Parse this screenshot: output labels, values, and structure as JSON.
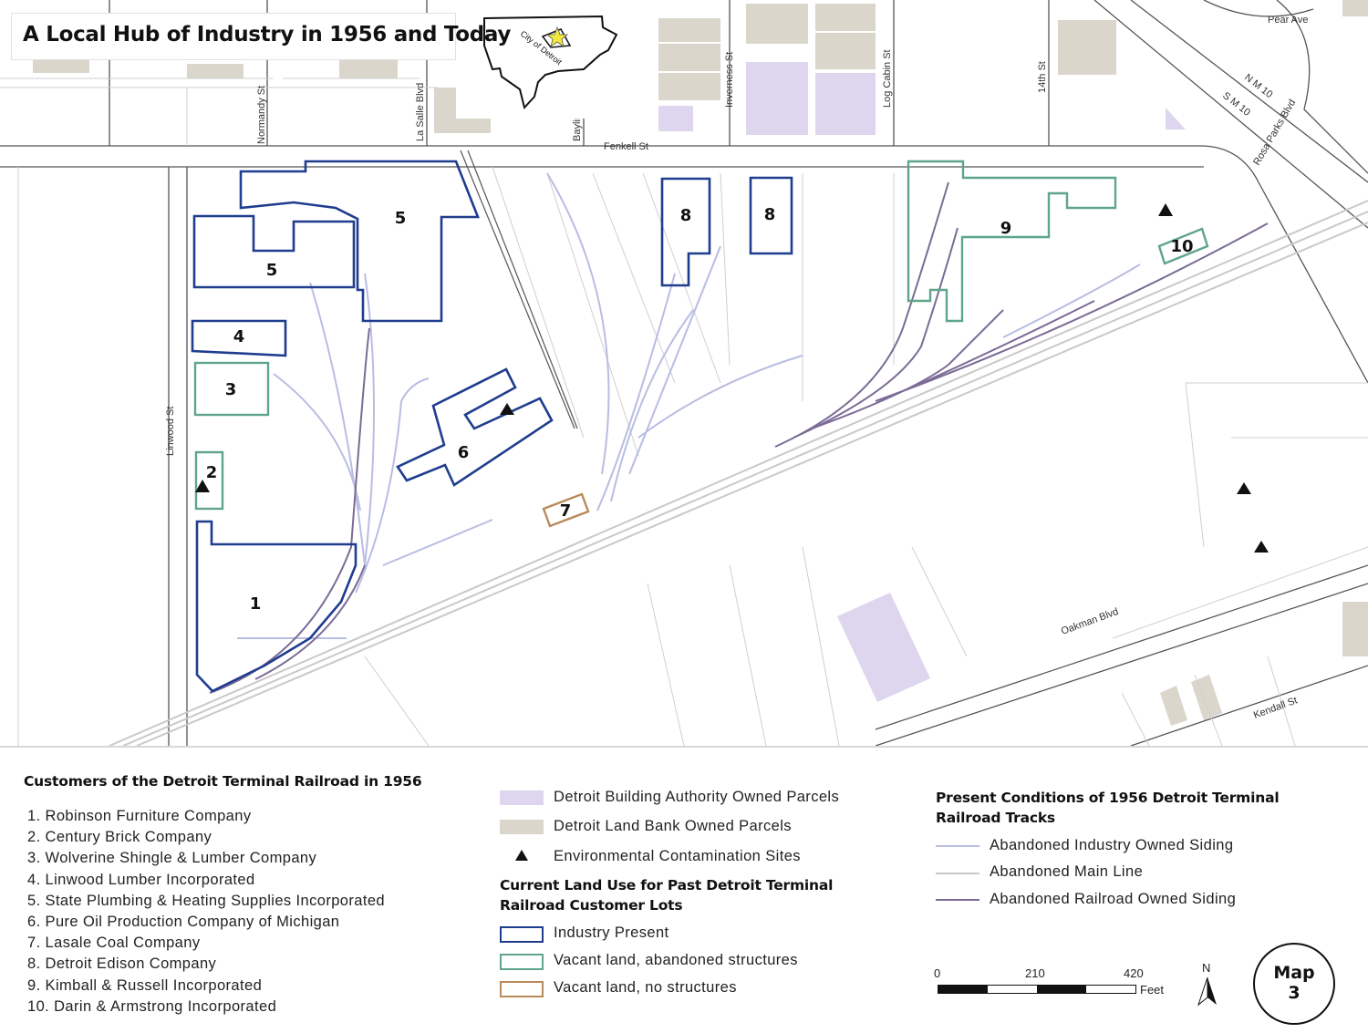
{
  "title": "A Local Hub of Industry in 1956 and Today",
  "inset": {
    "label": "City of Detroit"
  },
  "streets": {
    "normandy": "Normandy St",
    "lasalle": "La Salle Blvd",
    "baylis": "Baylis St",
    "inverness": "Inverness St",
    "logcabin": "Log Cabin St",
    "fourteenth": "14th St",
    "fenkell": "Fenkell St",
    "linwood": "Linwood St",
    "pear": "Pear Ave",
    "nm10": "N M 10",
    "sm10": "S M 10",
    "rosaparks": "Rosa Parks Blvd",
    "oakman": "Oakman Blvd",
    "kendall": "Kendall St"
  },
  "lot_labels": {
    "l1": "1",
    "l2": "2",
    "l3": "3",
    "l4": "4",
    "l5a": "5",
    "l5b": "5",
    "l6": "6",
    "l7": "7",
    "l8a": "8",
    "l8b": "8",
    "l9": "9",
    "l10": "10"
  },
  "legend": {
    "customers_title": "Customers of the Detroit Terminal Railroad in 1956",
    "customers": [
      "1. Robinson Furniture Company",
      "2. Century Brick Company",
      "3. Wolverine Shingle & Lumber Company",
      "4. Linwood Lumber Incorporated",
      "5. State Plumbing & Heating Supplies Incorporated",
      "6. Pure Oil Production Company of Michigan",
      "7. Lasale Coal Company",
      "8. Detroit Edison Company",
      "9. Kimball & Russell Incorporated",
      "10. Darin & Armstrong Incorporated"
    ],
    "dba_parcels": "Detroit Building Authority Owned Parcels",
    "landbank_parcels": "Detroit Land Bank Owned Parcels",
    "contamination": "Environmental Contamination Sites",
    "land_use_title": "Current Land Use for Past Detroit Terminal Railroad Customer Lots",
    "industry_present": "Industry Present",
    "vacant_abandoned": "Vacant land, abandoned structures",
    "vacant_none": "Vacant land, no structures",
    "tracks_title": "Present Conditions of 1956 Detroit Terminal Railroad Tracks",
    "industry_siding": "Abandoned Industry Owned Siding",
    "main_line": "Abandoned Main Line",
    "railroad_siding": "Abandoned Railroad Owned Siding",
    "scale": {
      "s0": "0",
      "s1": "210",
      "s2": "420",
      "unit": "Feet"
    },
    "north": "N",
    "map_badge": {
      "line1": "Map",
      "line2": "3"
    }
  },
  "colors": {
    "industry_present": "#1f3d8f",
    "vacant_abandoned": "#5fa58a",
    "vacant_none": "#b98a5a",
    "dba": "#ddd6ee",
    "landbank": "#dad6cc",
    "industry_siding": "#b8bde2",
    "main_line": "#c9c9c9",
    "railroad_siding": "#7b6b96"
  }
}
